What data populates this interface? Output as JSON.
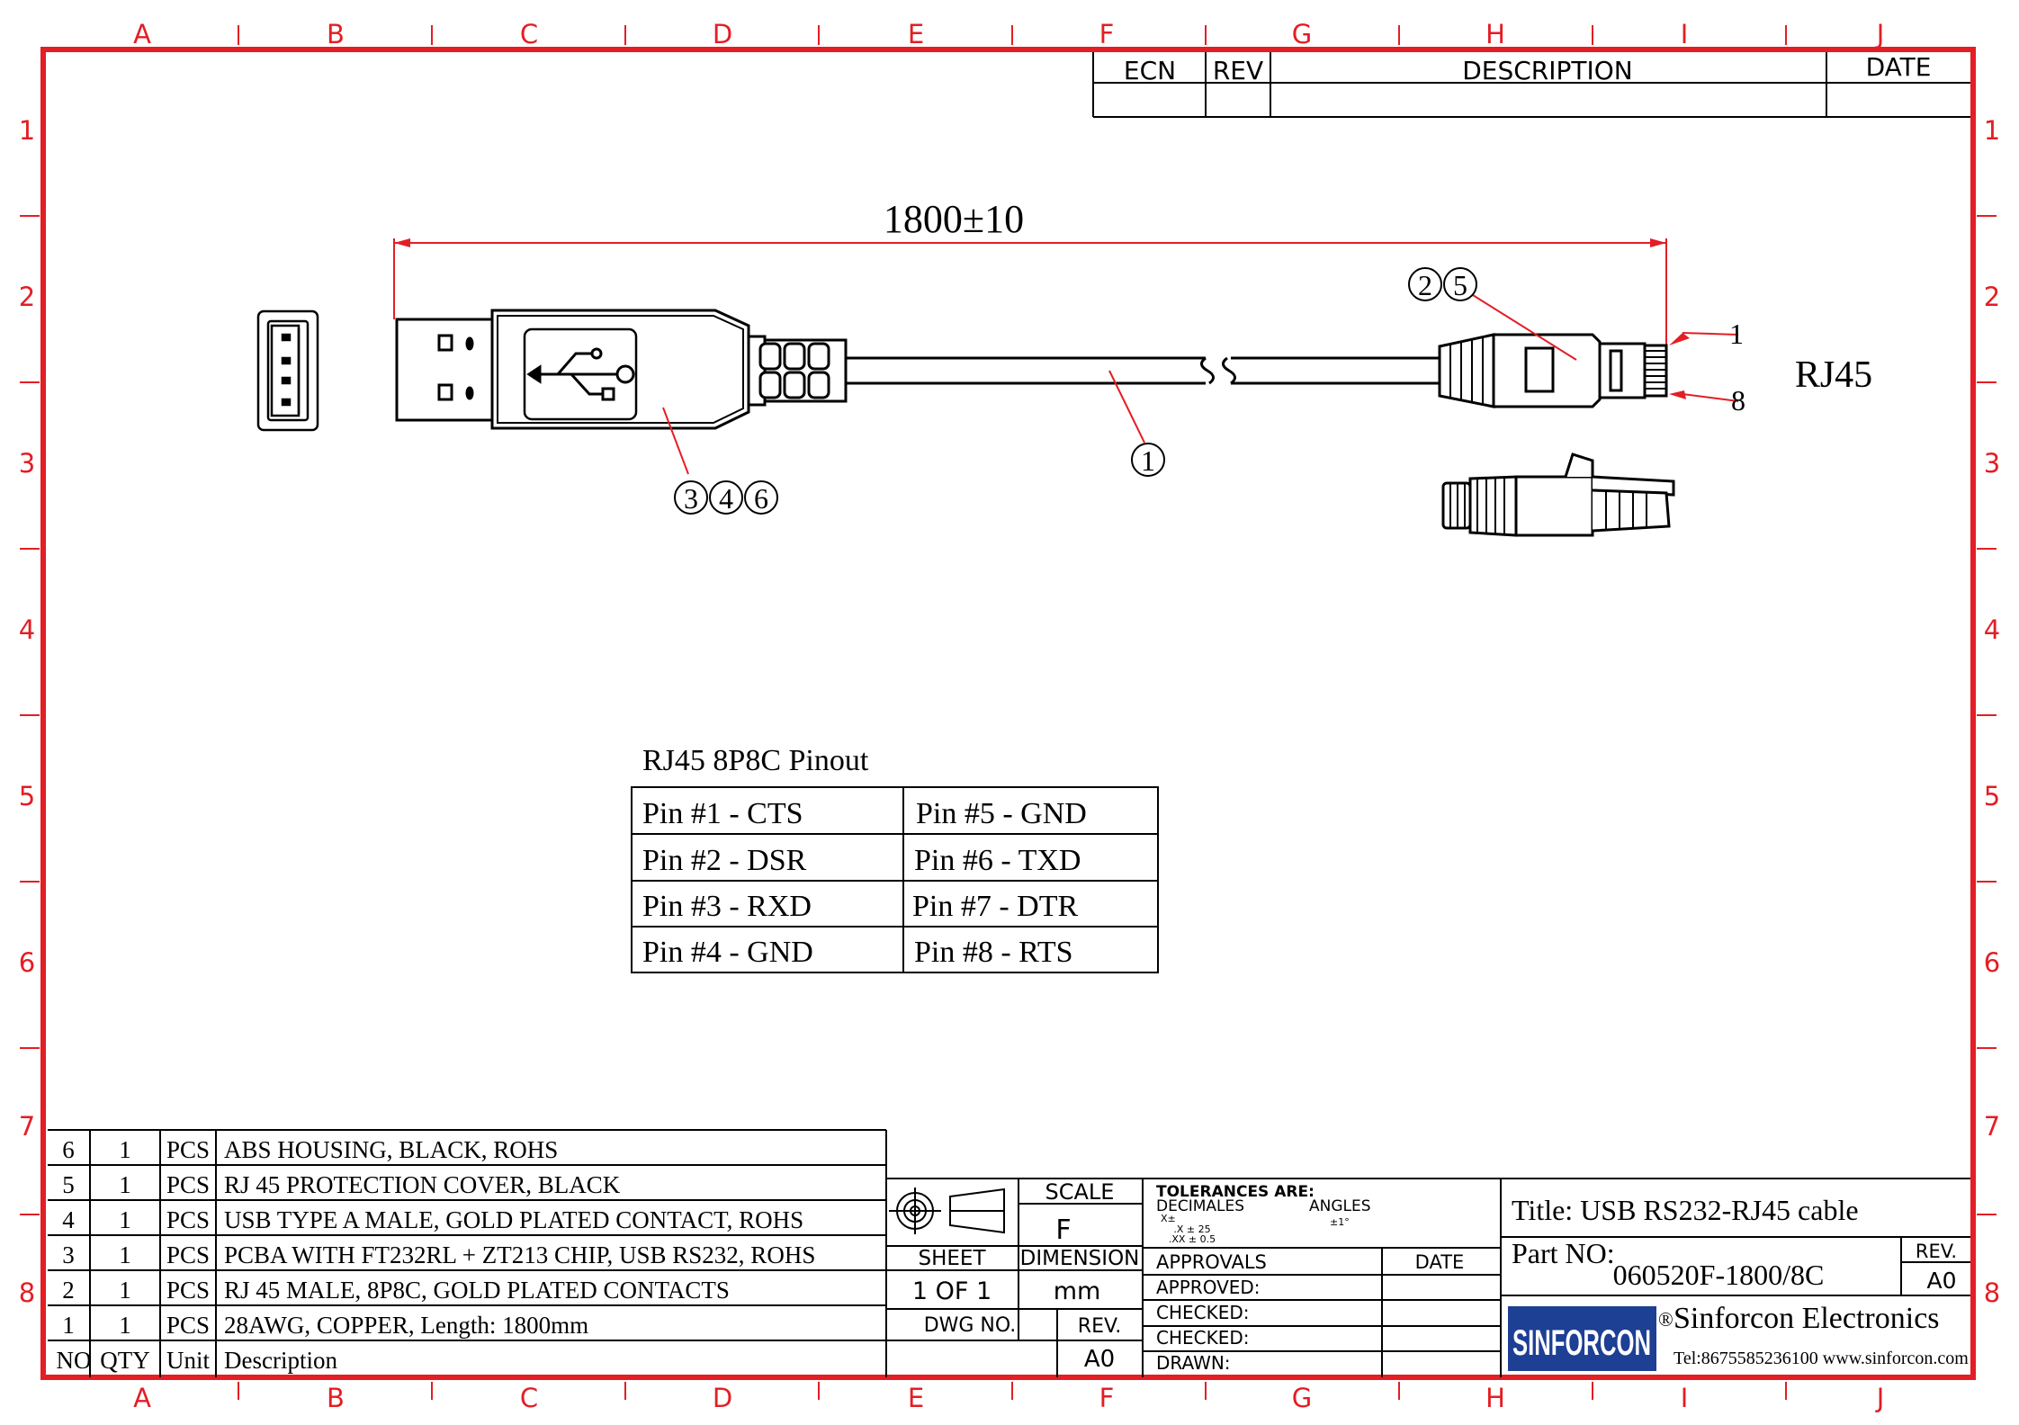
{
  "zones": {
    "columns": [
      "A",
      "B",
      "C",
      "D",
      "E",
      "F",
      "G",
      "H",
      "I",
      "J"
    ],
    "rows": [
      "1",
      "2",
      "3",
      "4",
      "5",
      "6",
      "7",
      "8"
    ]
  },
  "revision_block": {
    "headers": [
      "ECN",
      "REV",
      "DESCRIPTION",
      "DATE"
    ]
  },
  "drawing": {
    "dimension": "1800±10",
    "connector_label": "RJ45",
    "pin_first": "1",
    "pin_last": "8",
    "balloons": {
      "cable": [
        "1"
      ],
      "rj45_head": [
        "2",
        "5"
      ],
      "usb_head": [
        "3",
        "4",
        "6"
      ]
    }
  },
  "pinout": {
    "title": "RJ45 8P8C Pinout",
    "rows": [
      [
        "Pin #1 -  CTS",
        "Pin #5 - GND"
      ],
      [
        "Pin #2 - DSR",
        "Pin #6 - TXD"
      ],
      [
        "Pin #3 - RXD",
        "Pin #7 - DTR"
      ],
      [
        "Pin #4 - GND",
        "Pin #8 - RTS"
      ]
    ]
  },
  "bom": {
    "headers": [
      "NO",
      "QTY",
      "Unit",
      "Description"
    ],
    "rows": [
      [
        "6",
        "1",
        "PCS",
        "ABS HOUSING, BLACK, ROHS"
      ],
      [
        "5",
        "1",
        "PCS",
        "RJ 45 PROTECTION COVER, BLACK"
      ],
      [
        "4",
        "1",
        "PCS",
        "USB TYPE A MALE, GOLD PLATED CONTACT, ROHS"
      ],
      [
        "3",
        "1",
        "PCS",
        "PCBA WITH FT232RL + ZT213 CHIP, USB RS232, ROHS"
      ],
      [
        "2",
        "1",
        "PCS",
        "RJ 45 MALE, 8P8C, GOLD PLATED CONTACTS"
      ],
      [
        "1",
        "1",
        "PCS",
        "28AWG, COPPER,  Length: 1800mm"
      ]
    ]
  },
  "title_block": {
    "scale_label": "SCALE",
    "scale_value": "F",
    "sheet_label": "SHEET",
    "sheet_value": "1  OF  1",
    "dimension_label": "DIMENSION",
    "dimension_value": "mm",
    "dwg_no_label": "DWG  NO.",
    "rev_label": "REV.",
    "rev_value": "A0",
    "tolerances_label": "TOLERANCES  ARE:",
    "decimales_label": "DECIMALES",
    "tol_x": "X±",
    "tol_xx": ".X ± 25",
    "tol_xxx": ".XX ± 0.5",
    "angles_label": "ANGLES",
    "angles_value": "±1°",
    "approvals_label": "APPROVALS",
    "date_label": "DATE",
    "approved_label": "APPROVED:",
    "checked1_label": "CHECKED:",
    "checked2_label": "CHECKED:",
    "drawn_label": "DRAWN:",
    "title": "Title: USB RS232-RJ45 cable",
    "part_no_label": "Part NO:",
    "part_no": "060520F-1800/8C",
    "part_rev_label": "REV.",
    "part_rev": "A0",
    "logo_text": "SINFORCON",
    "company": "Sinforcon Electronics",
    "registered": "®",
    "contact": "Tel:8675585236100 www.sinforcon.com",
    "colors": {
      "frame": "#e31e24",
      "logo_bg": "#1d3f94",
      "ink": "#000000"
    }
  }
}
